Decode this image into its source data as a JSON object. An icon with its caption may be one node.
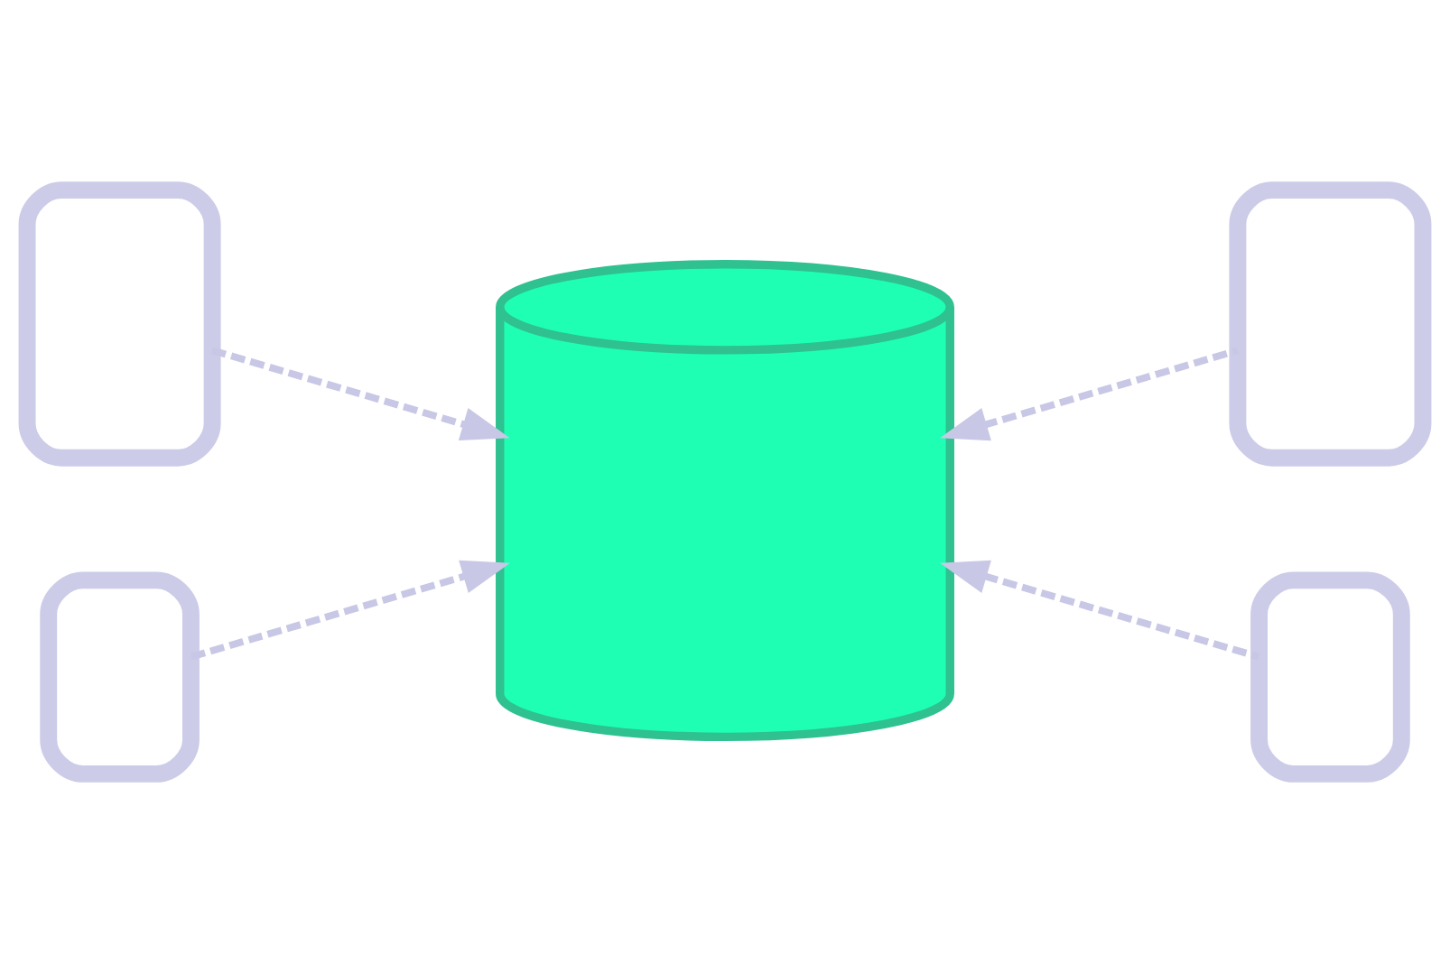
{
  "diagram": {
    "nodes": [
      {
        "text": [],
        "shape": "phone"
      },
      {
        "text": [],
        "shape": "phone"
      },
      {
        "text": [],
        "shape": "cylinder"
      },
      {
        "text": [],
        "shape": "phone"
      },
      {
        "text": [],
        "shape": "phone"
      }
    ],
    "edges": [
      {
        "from": 0,
        "to": 2,
        "arrow": "to",
        "style": "dashed"
      },
      {
        "from": 1,
        "to": 2,
        "arrow": "to",
        "style": "dashed"
      },
      {
        "from": 3,
        "to": 2,
        "arrow": "to",
        "style": "dashed"
      },
      {
        "from": 4,
        "to": 2,
        "arrow": "to",
        "style": "dashed"
      }
    ]
  }
}
